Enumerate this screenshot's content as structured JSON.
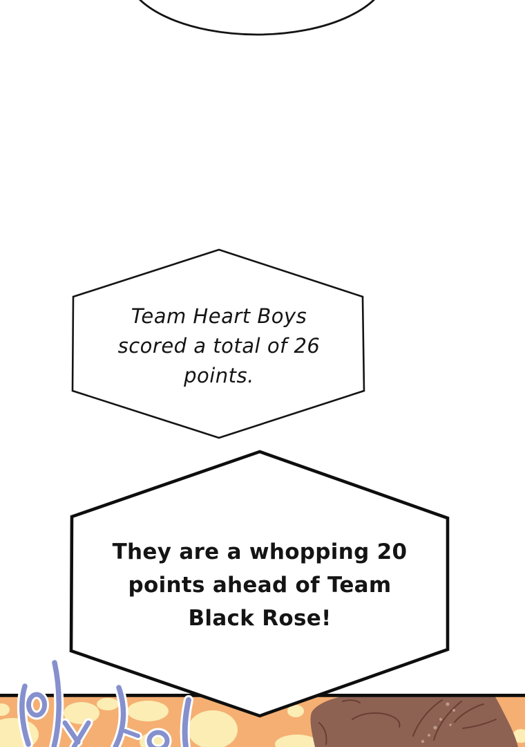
{
  "bubbles": {
    "heart": {
      "lines": [
        "Team Heart Boys",
        "scored a total of 26",
        "points."
      ]
    },
    "lead": {
      "lines": [
        "They are a whopping 20",
        "points ahead of Team",
        "Black Rose!"
      ]
    }
  },
  "panel": {
    "sfx_text": "와아!",
    "colors": {
      "background_orange": "#f5af72",
      "confetti_cream": "#fbedb4",
      "sfx_blue": "#8590cd",
      "sfx_outline": "#ffffff",
      "hair_brown": "#8d6253",
      "hair_line_dark": "#6b3d33",
      "hair_highlight": "#bb9b8b",
      "panel_border_black": "#0e0e0e"
    }
  },
  "bubble_outline_color": "#141414"
}
